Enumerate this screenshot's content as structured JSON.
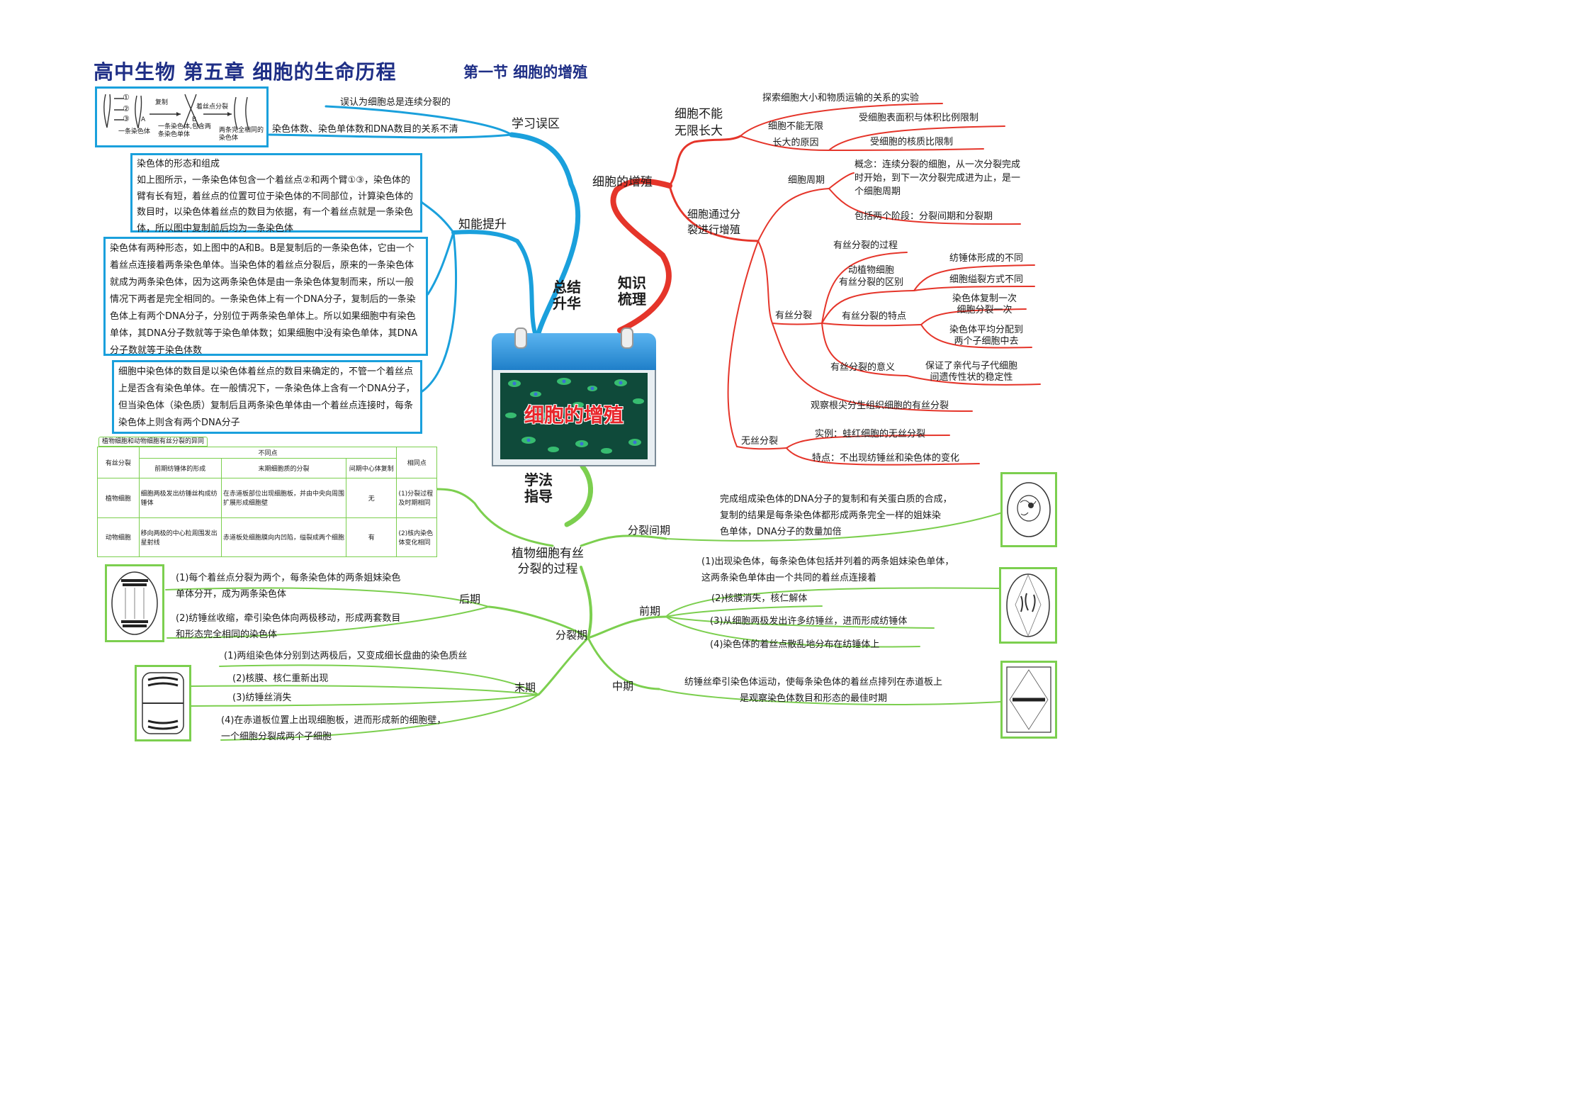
{
  "header": {
    "title": "高中生物   第五章   细胞的生命历程",
    "subtitle": "第一节   细胞的增殖"
  },
  "center": {
    "title": "细胞的增殖",
    "calendar_color": "#2a8fd6",
    "title_color": "#e8262b",
    "photo_bg": "#0f4a3a",
    "cell_color": "#3fd07a"
  },
  "hubs": {
    "zongjie": "总结\n升华",
    "zhishi": "知识\n梳理",
    "xuefa": "学法\n指导"
  },
  "colors": {
    "blue": "#1aa0dc",
    "red": "#e5352a",
    "green": "#7ccf4f",
    "title": "#1f2f86"
  },
  "blue": {
    "xuexi": "学习误区",
    "mistake1": "误认为细胞总是连续分裂的",
    "mistake2": "染色体数、染色单体数和DNA数目的关系不清",
    "zhineng": "知能提升",
    "diagram": {
      "n1": "①",
      "n2": "②",
      "n3": "③",
      "fuzhi": "复制",
      "zhuosidian": "着丝点分裂",
      "a": "A",
      "b": "B",
      "c1": "一条染色体",
      "c2": "一条染色体,包含两条染色单体",
      "c3": "两条完全相同的染色体"
    },
    "box1": "染色体的形态和组成\n如上图所示，一条染色体包含一个着丝点②和两个臂①③，染色体的臂有长有短，着丝点的位置可位于染色体的不同部位，计算染色体的数目时，以染色体着丝点的数目为依据，有一个着丝点就是一条染色体，所以图中复制前后均为一条染色体",
    "box2": "染色体有两种形态，如上图中的A和B。B是复制后的一条染色体，它由一个着丝点连接着两条染色单体。当染色体的着丝点分裂后，原来的一条染色体就成为两条染色体，因为这两条染色体是由一条染色体复制而来，所以一般情况下两者是完全相同的。一条染色体上有一个DNA分子，复制后的一条染色体上有两个DNA分子，分别位于两条染色单体上。所以如果细胞中有染色单体，其DNA分子数就等于染色单体数；如果细胞中没有染色单体，其DNA分子数就等于染色体数",
    "box3": "细胞中染色体的数目是以染色体着丝点的数目来确定的，不管一个着丝点上是否含有染色单体。在一般情况下，一条染色体上含有一个DNA分子，但当染色体（染色质）复制后且两条染色单体由一个着丝点连接时，每条染色体上则含有两个DNA分子"
  },
  "red": {
    "root": "细胞的增殖",
    "bunneng": "细胞不能\n无限长大",
    "tansuo": "探索细胞大小和物质运输的关系的实验",
    "yuanyin": "细胞不能无限\n长大的原因",
    "r1": "受细胞表面积与体积比例限制",
    "r2": "受细胞的核质比限制",
    "tongguo": "细胞通过分\n裂进行增殖",
    "zhouqi": "细胞周期",
    "gainian": "概念：连续分裂的细胞，从一次分裂完成\n时开始，到下一次分裂完成进为止，是一\n个细胞周期",
    "baohan": "包括两个阶段：分裂间期和分裂期",
    "yousi": "有丝分裂",
    "guocheng": "有丝分裂的过程",
    "qubie": "动植物细胞\n有丝分裂的区别",
    "q1": "纺锤体形成的不同",
    "q2": "细胞缢裂方式不同",
    "tedian": "有丝分裂的特点",
    "t1": "染色体复制一次\n细胞分裂一次",
    "t2": "染色体平均分配到\n两个子细胞中去",
    "yiyi": "有丝分裂的意义",
    "y1": "保证了亲代与子代细胞\n间遗传性状的稳定性",
    "guancha": "观察根尖分生组织细胞的有丝分裂",
    "wusi": "无丝分裂",
    "shili": "实例：蛙红细胞的无丝分裂",
    "wtedian": "特点：不出现纺锤丝和染色体的变化"
  },
  "green": {
    "root": "植物细胞有丝\n分裂的过程",
    "jianqi": "分裂间期",
    "jianqi_text": "完成组成染色体的DNA分子的复制和有关蛋白质的合成，\n复制的结果是每条染色体都形成两条完全一样的姐妹染\n色单体，DNA分子的数量加倍",
    "fenlieqi": "分裂期",
    "qianqi": "前期",
    "q1": "(1)出现染色体，每条染色体包括并列着的两条姐妹染色单体，\n这两条染色单体由一个共同的着丝点连接着",
    "q2": "(2)核膜消失，核仁解体",
    "q3": "(3)从细胞两极发出许多纺锤丝，进而形成纺锤体",
    "q4": "(4)染色体的着丝点散乱地分布在纺锤体上",
    "zhongqi": "中期",
    "z1": "纺锤丝牵引染色体运动，使每条染色体的着丝点排列在赤道板上\n是观察染色体数目和形态的最佳时期",
    "houqi": "后期",
    "h1": "(1)每个着丝点分裂为两个，每条染色体的两条姐妹染色\n单体分开，成为两条染色体",
    "h2": "(2)纺锤丝收缩，牵引染色体向两极移动，形成两套数目\n和形态完全相同的染色体",
    "moqi": "末期",
    "m1": "(1)两组染色体分别到达两极后，又变成细长盘曲的染色质丝",
    "m2": "(2)核膜、核仁重新出现",
    "m3": "(3)纺锤丝消失",
    "m4": "(4)在赤道板位置上出现细胞板，进而形成新的细胞壁，\n一个细胞分裂成两个子细胞"
  },
  "table": {
    "caption": "植物细胞和动物细胞有丝分裂的异同",
    "h_yousi": "有丝分裂",
    "h_butong": "不同点",
    "h_qianqi": "前期纺锤体的形成",
    "h_moqi": "末期细胞质的分裂",
    "h_zhongxinti": "间期中心体复制",
    "h_xiangtong": "相同点",
    "r1_name": "植物细胞",
    "r1_c1": "细胞两极发出纺锤丝构成纺锤体",
    "r1_c2": "在赤道板部位出现细胞板，并由中央向周围扩展形成细胞壁",
    "r1_c3": "无",
    "same1": "(1)分裂过程及时期相同",
    "r2_name": "动物细胞",
    "r2_c1": "移向两极的中心粒周围发出星射线",
    "r2_c2": "赤道板处细胞膜向内凹陷，缢裂成两个细胞",
    "r2_c3": "有",
    "same2": "(2)核内染色体变化相同"
  }
}
